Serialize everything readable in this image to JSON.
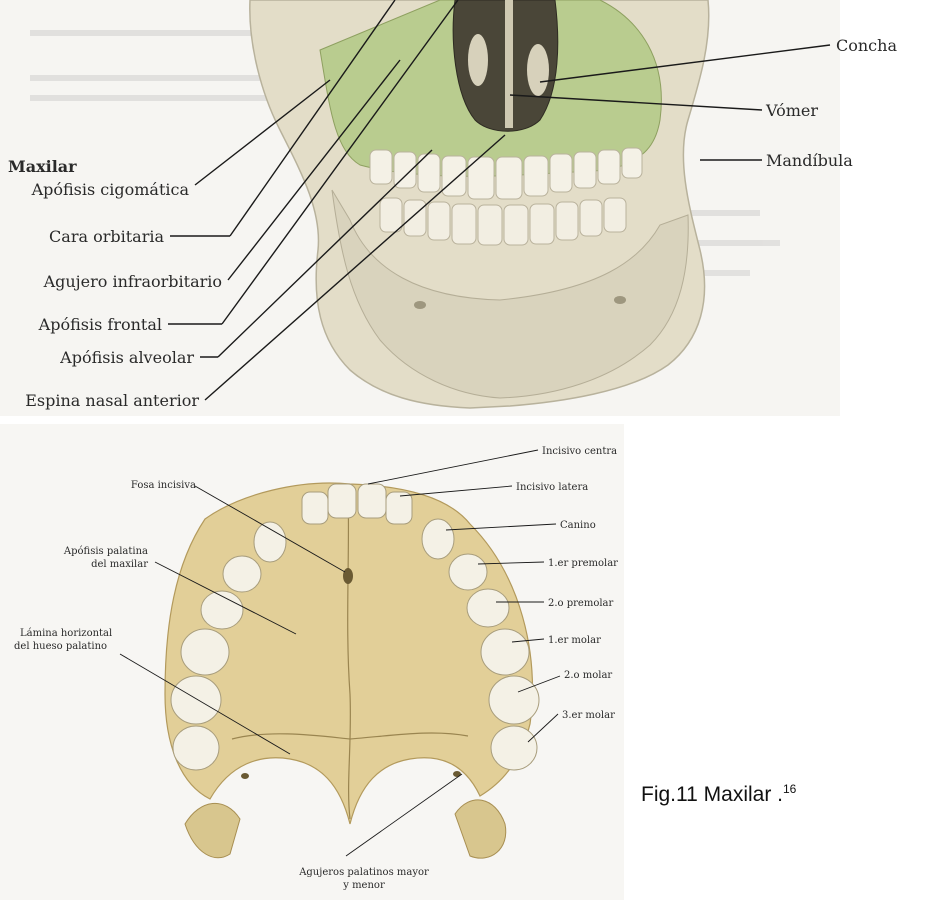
{
  "top_figure": {
    "heading": "Maxilar",
    "left_labels": [
      "Apófisis cigomática",
      "Cara orbitaria",
      "Agujero infraorbitario",
      "Apófisis frontal",
      "Apófisis alveolar",
      "Espina nasal anterior"
    ],
    "right_labels": [
      "Concha",
      "Vómer",
      "Mandíbula"
    ]
  },
  "bottom_figure": {
    "left_labels": {
      "fosa": "Fosa incisiva",
      "apofisis_1": "Apófisis palatina",
      "apofisis_2": "del maxilar",
      "lamina_1": "Lámina horizontal",
      "lamina_2": "del hueso palatino"
    },
    "right_labels": {
      "incisivo_central": "Incisivo centra",
      "incisivo_lateral": "Incisivo latera",
      "canino": "Canino",
      "premolar_1": "1.er premolar",
      "premolar_2": "2.o premolar",
      "molar_1": "1.er molar",
      "molar_2": "2.o molar",
      "molar_3": "3.er molar"
    },
    "bottom_label_1": "Agujeros palatinos mayor",
    "bottom_label_2": "y menor"
  },
  "caption": {
    "text": "Fig.11 Maxilar .",
    "superscript": "16"
  },
  "colors": {
    "bone": "#e3ddc8",
    "maxilla_highlight": "#b9cc8f",
    "palate_bone": "#e2cf98",
    "tooth": "#f4f1e6"
  }
}
